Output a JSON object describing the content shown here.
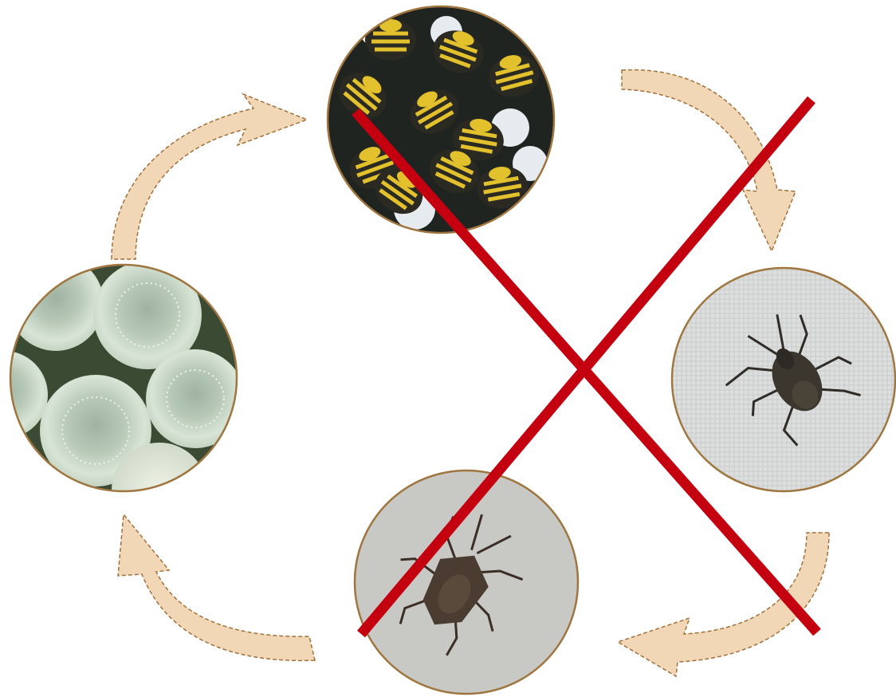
{
  "diagram": {
    "kind": "life-cycle",
    "stages": [
      {
        "id": "eggs",
        "icon": "egg-cluster-photo"
      },
      {
        "id": "early-nymphs",
        "icon": "hatchling-nymphs-photo"
      },
      {
        "id": "late-nymph",
        "icon": "nymph-on-mesh-photo"
      },
      {
        "id": "adult",
        "icon": "adult-stink-bug-photo"
      }
    ],
    "crossed_out": [
      "early-nymphs",
      "late-nymph",
      "adult"
    ],
    "colors": {
      "arrow_fill": "#f1d7b6",
      "arrow_outline": "#a2703a",
      "circle_border": "#a07640",
      "cross": "#c40010"
    }
  }
}
